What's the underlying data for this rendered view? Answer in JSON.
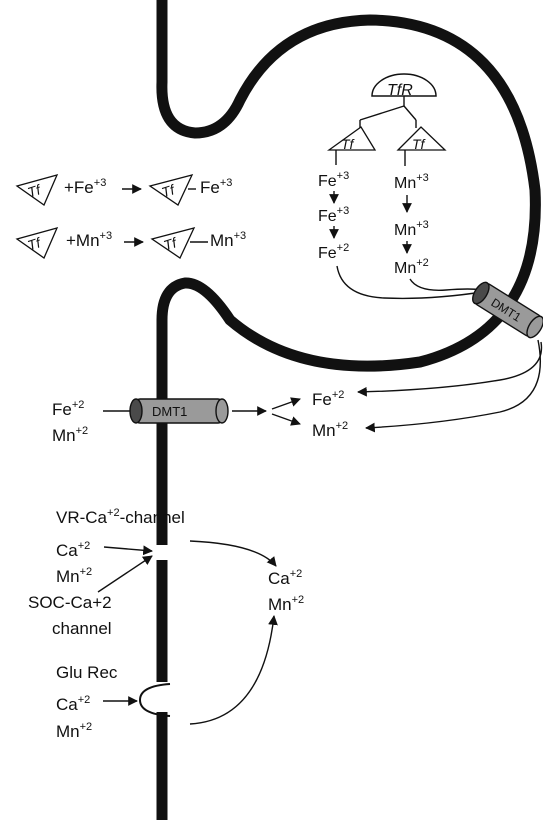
{
  "reactions": [
    {
      "lhs_ligand": "Tf",
      "plus_ion": "+Fe",
      "plus_charge": "+3",
      "product_ligand": "Tf",
      "product_ion": "Fe",
      "product_charge": "+3"
    },
    {
      "lhs_ligand": "Tf",
      "plus_ion": "+Mn",
      "plus_charge": "+3",
      "product_ligand": "Tf",
      "product_ion": "Mn",
      "product_charge": "+3"
    }
  ],
  "endosome": {
    "receptor": "TfR",
    "left_branch": {
      "ligand": "Tf",
      "steps": [
        {
          "ion": "Fe",
          "charge": "+3"
        },
        {
          "ion": "Fe",
          "charge": "+3"
        },
        {
          "ion": "Fe",
          "charge": "+2"
        }
      ]
    },
    "right_branch": {
      "ligand": "Tf",
      "steps": [
        {
          "ion": "Mn",
          "charge": "+3"
        },
        {
          "ion": "Mn",
          "charge": "+3"
        },
        {
          "ion": "Mn",
          "charge": "+2"
        }
      ]
    },
    "transporter": "DMT1"
  },
  "membrane_transport": {
    "transporter": "DMT1",
    "inputs": [
      {
        "ion": "Fe",
        "charge": "+2"
      },
      {
        "ion": "Mn",
        "charge": "+2"
      }
    ],
    "outputs": [
      {
        "ion": "Fe",
        "charge": "+2"
      },
      {
        "ion": "Mn",
        "charge": "+2"
      }
    ]
  },
  "calcium_channels": {
    "vr_channel": {
      "prefix": "VR-Ca",
      "charge": "+2",
      "suffix": "-channel"
    },
    "vr_inputs": [
      {
        "ion": "Ca",
        "charge": "+2"
      },
      {
        "ion": "Mn",
        "charge": "+2"
      }
    ],
    "soc_channel": {
      "line1": "SOC-Ca+2",
      "line2": "channel"
    },
    "outputs": [
      {
        "ion": "Ca",
        "charge": "+2"
      },
      {
        "ion": "Mn",
        "charge": "+2"
      }
    ],
    "glu_receptor": "Glu Rec",
    "glu_inputs": [
      {
        "ion": "Ca",
        "charge": "+2"
      },
      {
        "ion": "Mn",
        "charge": "+2"
      }
    ]
  }
}
